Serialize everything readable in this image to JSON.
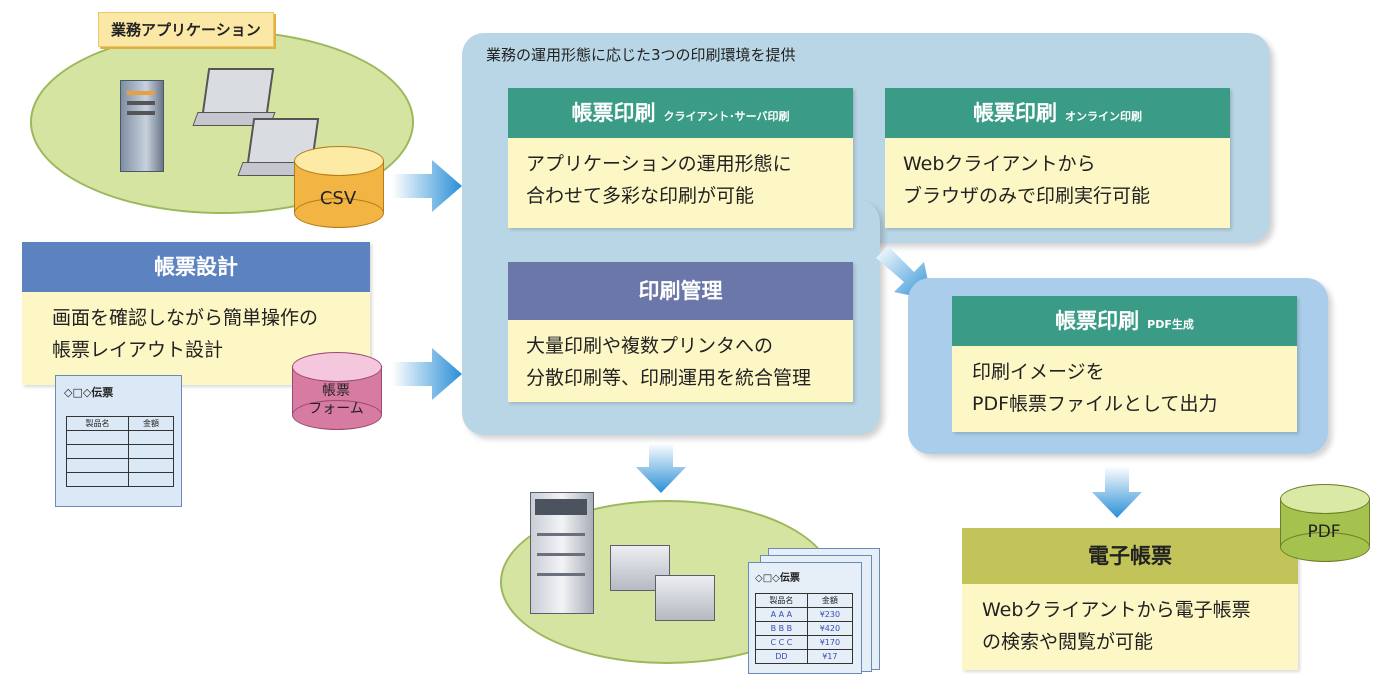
{
  "app_label": "業務アプリケーション",
  "csv_label": "CSV",
  "panel_title": "業務の運用形態に応じた3つの印刷環境を提供",
  "card_cs": {
    "title": "帳票印刷",
    "sub": "クライアント･サーバ印刷",
    "line1": "アプリケーションの運用形態に",
    "line2": "合わせて多彩な印刷が可能"
  },
  "card_online": {
    "title": "帳票印刷",
    "sub": "オンライン印刷",
    "line1": "Webクライアントから",
    "line2": "ブラウザのみで印刷実行可能"
  },
  "card_mgmt": {
    "title": "印刷管理",
    "line1": "大量印刷や複数プリンタへの",
    "line2": "分散印刷等、印刷運用を統合管理"
  },
  "card_pdf": {
    "title": "帳票印刷",
    "sub": "PDF生成",
    "line1": "印刷イメージを",
    "line2": "PDF帳票ファイルとして出力"
  },
  "design": {
    "title": "帳票設計",
    "line1": "画面を確認しながら簡単操作の",
    "line2": "帳票レイアウト設計"
  },
  "form_cyl": {
    "line1": "帳票",
    "line2": "フォーム"
  },
  "form_doc": {
    "title": "◇□◇伝票",
    "col1": "製品名",
    "col2": "金額"
  },
  "printed_doc": {
    "title": "◇□◇伝票",
    "col1": "製品名",
    "col2": "金額",
    "rows": [
      {
        "name": "A A A",
        "amount": "¥230"
      },
      {
        "name": "B B B",
        "amount": "¥420"
      },
      {
        "name": "C C C",
        "amount": "¥170"
      },
      {
        "name": "DD",
        "amount": "¥17"
      }
    ]
  },
  "pdf_label": "PDF",
  "ebook": {
    "title": "電子帳票",
    "line1": "Webクライアントから電子帳票",
    "line2": "の検索や閲覧が可能"
  },
  "colors": {
    "teal": "#3a9c86",
    "slate": "#6a77a8",
    "blue": "#5d82c0",
    "olive": "#c2c45a",
    "panel": "#b9d6e6",
    "card": "#fdf7c6"
  }
}
